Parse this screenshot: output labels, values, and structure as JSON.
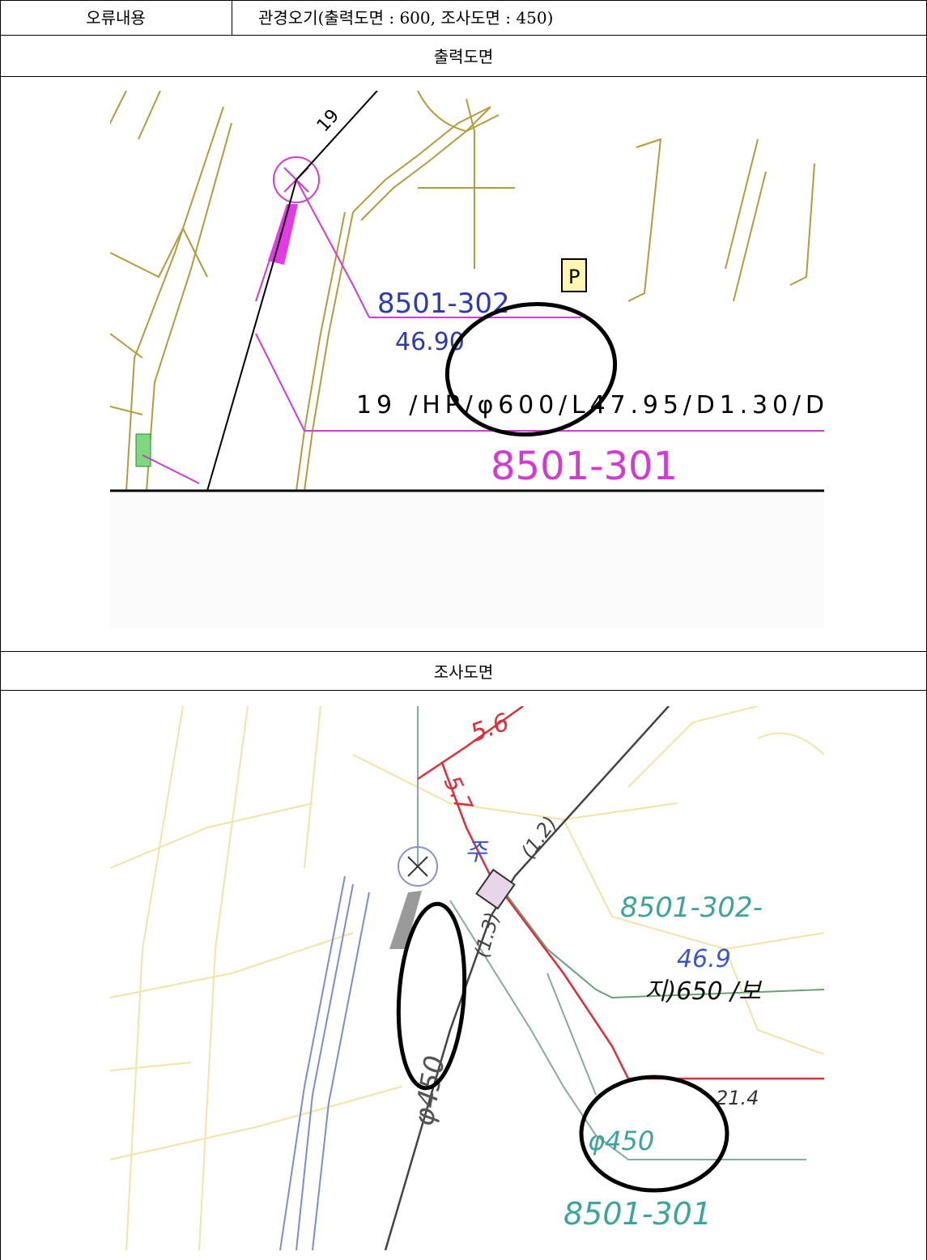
{
  "table": {
    "header_label": "오류내용",
    "header_value": "관경오기(출력도면 : 600, 조사도면 : 450)",
    "section1_title": "출력도면",
    "section2_title": "조사도면"
  },
  "figure1": {
    "label_top": "8501-302",
    "elev": "46.90",
    "pipe_info": "19  /HP/φ600/L47.95/D1.30/D",
    "label_bottom": "8501-301",
    "corner_label": "19",
    "p_box": "P"
  },
  "figure2": {
    "label_top": "8501-302-",
    "elev": "46.9",
    "note1": "지)650 /보",
    "note2": "21.4",
    "pipe_note": "φ450",
    "dim1": "5.6",
    "dim2": "5.7",
    "dim_a": "(1.2)",
    "dim_b": "(1.3)",
    "label_bottom": "8501-301",
    "marker": "주"
  },
  "colors": {
    "magenta": "#d23ad2",
    "blue": "#2d3ab4",
    "olive": "#b49b3c",
    "red": "#e02c3a",
    "teal": "#3ba59b"
  }
}
